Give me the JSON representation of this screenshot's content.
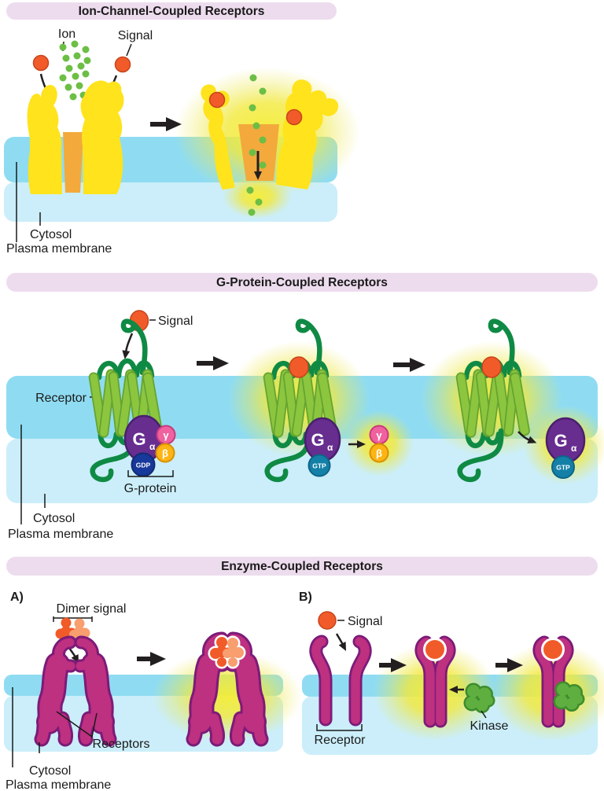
{
  "figure_type": "cell-signaling receptor diagram",
  "colors": {
    "header_bg": "#EDDCEE",
    "text": "#1A1A1A",
    "arrow": "#231F20",
    "membrane_top": "#8FDCF2",
    "membrane_bottom": "#CBEEFA",
    "glow_yellow": "#F3EA2D",
    "ion_green": "#6CBE45",
    "signal_orange": "#F15B2A",
    "channel_yellow": "#FFE31C",
    "pore_amber": "#F3A93C",
    "helix_green": "#8CC63F",
    "loop_green": "#0F8A44",
    "g_alpha_purple": "#672D8F",
    "gamma_pink": "#F0619F",
    "beta_yellow": "#FDB515",
    "gdp_blue": "#17399B",
    "gtp_teal": "#1480A8",
    "receptor_magenta": "#BE3080",
    "receptor_outline": "#7C1B78",
    "dimer_dark_orange": "#F15A29",
    "dimer_light_orange": "#F89E6F",
    "kinase_green": "#5FAF40"
  },
  "panels": {
    "ion_channel": {
      "title": "Ion-Channel-Coupled Receptors",
      "labels": {
        "ion": "Ion",
        "signal": "Signal",
        "cytosol": "Cytosol",
        "plasma_membrane": "Plasma membrane"
      }
    },
    "gpcr": {
      "title": "G-Protein-Coupled Receptors",
      "labels": {
        "signal": "Signal",
        "receptor": "Receptor",
        "g_protein": "G-protein",
        "cytosol": "Cytosol",
        "plasma_membrane": "Plasma membrane",
        "g": "G",
        "alpha": "α",
        "gamma": "γ",
        "beta": "β",
        "gdp": "GDP",
        "gtp": "GTP"
      }
    },
    "enzyme": {
      "title": "Enzyme-Coupled Receptors",
      "labels": {
        "section_a": "A)",
        "section_b": "B)",
        "dimer_signal": "Dimer signal",
        "receptors": "Receptors",
        "signal": "Signal",
        "receptor": "Receptor",
        "kinase": "Kinase",
        "cytosol": "Cytosol",
        "plasma_membrane": "Plasma membrane"
      }
    }
  }
}
